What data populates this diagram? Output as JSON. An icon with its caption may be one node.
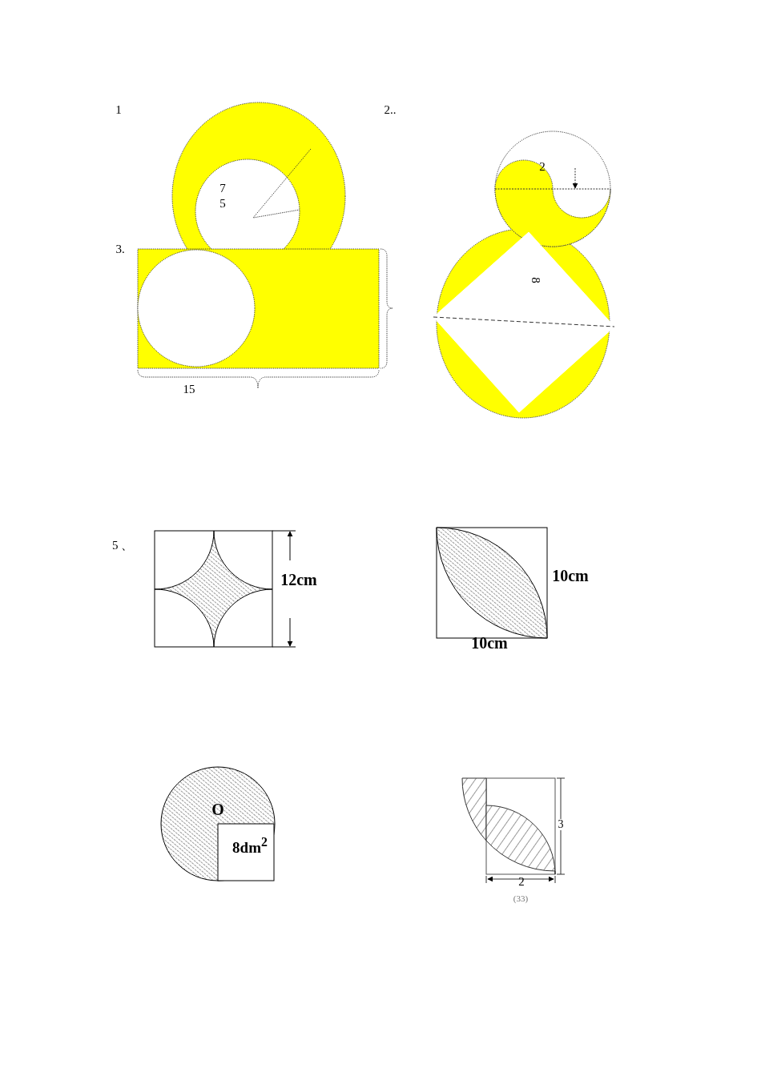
{
  "diagram": {
    "labels": [
      "1",
      "2..",
      "7",
      "5",
      "3.",
      "15",
      "2",
      "8",
      "5 、",
      "12cm",
      "10cm",
      "10cm",
      "O",
      "8dm$^{2}$",
      "3",
      "2",
      "(33)"
    ]
  }
}
